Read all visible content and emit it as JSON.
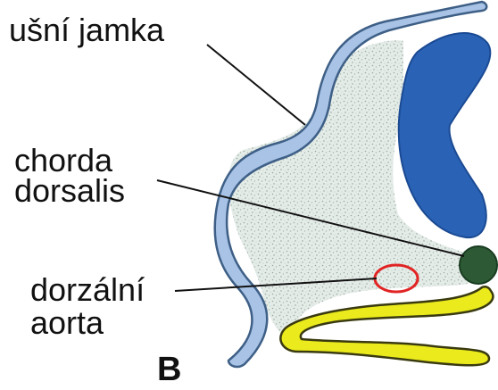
{
  "labels": {
    "ear_pit": "ušní jamka",
    "chorda_line1": "chorda",
    "chorda_line2": "dorsalis",
    "aorta_line1": "dorzální",
    "aorta_line2": "aorta",
    "panel": "B"
  },
  "colors": {
    "ectoderm_fill": "#a9c3e6",
    "ectoderm_stroke": "#3e5f86",
    "neural_tube": "#2a63b6",
    "neural_tube_stroke": "#1b4a93",
    "notochord": "#2d5a35",
    "notochord_stroke": "#183c20",
    "aorta": "#e12424",
    "gut": "#eaea1c",
    "gut_stroke": "#3a3a10",
    "mesenchyme": "#e4ece8",
    "mesenchyme_dots": "#9aa7a0",
    "leader": "#111111"
  }
}
